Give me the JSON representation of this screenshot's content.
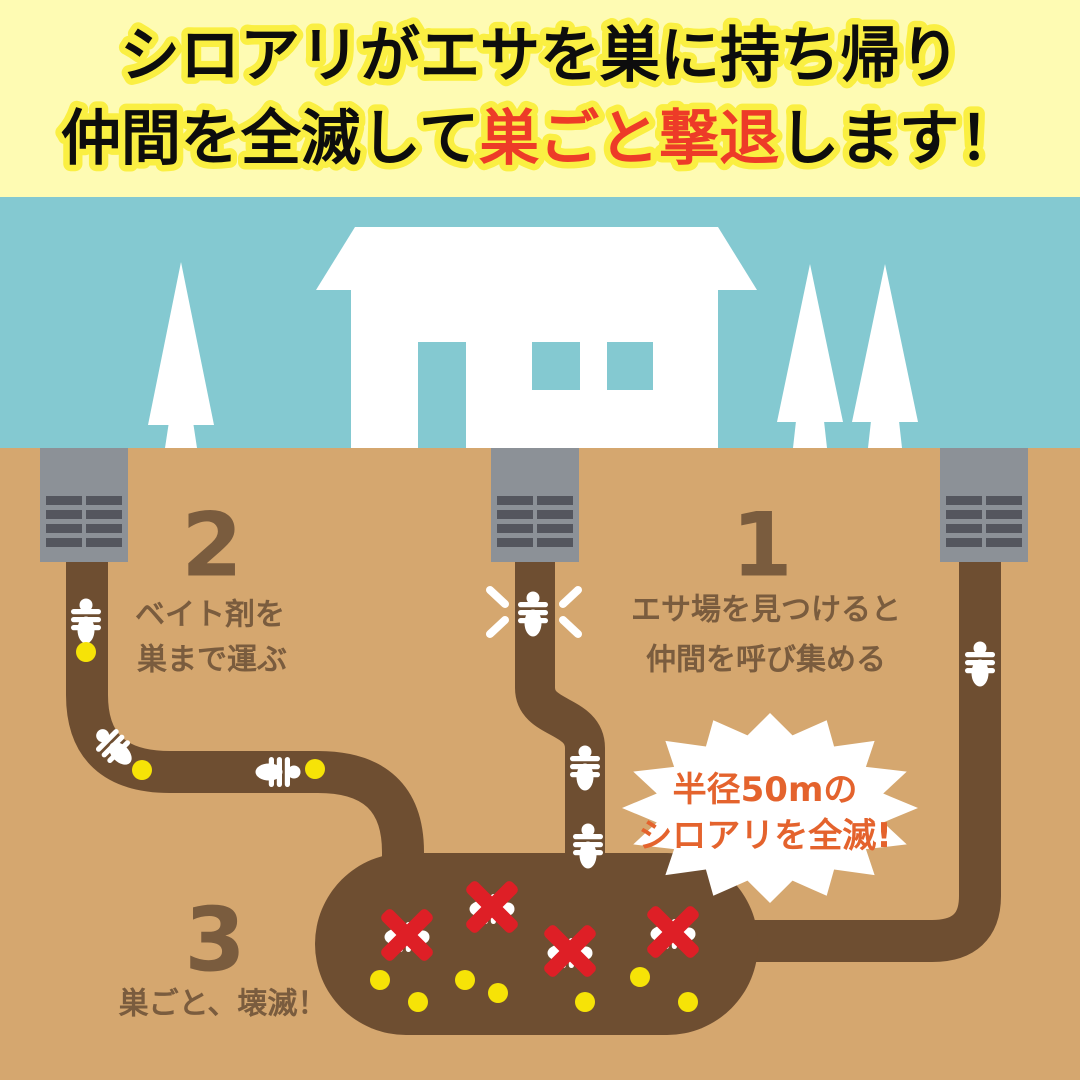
{
  "title": {
    "line1": "シロアリがエサを巣に持ち帰り",
    "line2_black1": "仲間を全滅して",
    "line2_red": "巣ごと撃退",
    "line2_black2": "します！"
  },
  "steps": {
    "step1": {
      "number": "1",
      "line1": "エサ場を見つけると",
      "line2": "仲間を呼び集める"
    },
    "step2": {
      "number": "2",
      "line1": "ベイト剤を",
      "line2": "巣まで運ぶ"
    },
    "step3": {
      "number": "3",
      "line1": "巣ごと、壊滅！"
    }
  },
  "burst": {
    "line1": "半径50mの",
    "line2": "シロアリを全滅!"
  },
  "colors": {
    "banner_bg": "#FEFBB3",
    "title_black": "#0d0d0d",
    "title_red": "#ED3B28",
    "title_outline_yellow": "#FAEF42",
    "sky": "#84C9D1",
    "ground": "#D5A76F",
    "tunnel_brown": "#6E4E31",
    "label_brown": "#7A5C3E",
    "station_gray": "#8C9197",
    "station_slat_gray": "#54565E",
    "termite_white": "#FFFFFF",
    "bait_yellow": "#F6E307",
    "x_red": "#DE1F26",
    "burst_orange": "#E4632D",
    "burst_bg": "#FFFFFF"
  }
}
